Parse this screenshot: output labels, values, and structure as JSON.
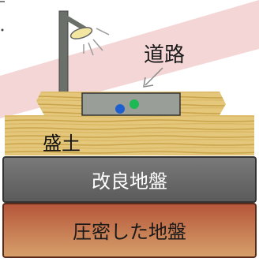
{
  "labels": {
    "road": "道路",
    "embankment": "盛土",
    "improved_ground": "改良地盤",
    "compacted_ground": "圧密した地盤"
  },
  "colors": {
    "pink_band": "#f4d6d6",
    "embankment_base": "#e4c77a",
    "embankment_stripe": "#c9a44a",
    "road_gray": "#9a9e99",
    "road_green_dot": "#1db954",
    "road_blue_dot": "#1e5fcf",
    "improved_ground_fill": "#6d6d6d",
    "compacted_ground_top": "#b5563a",
    "compacted_ground_bottom": "#d7a06a",
    "lamp_pole": "#6b706b",
    "lamp_glow": "#f2e6a0"
  }
}
